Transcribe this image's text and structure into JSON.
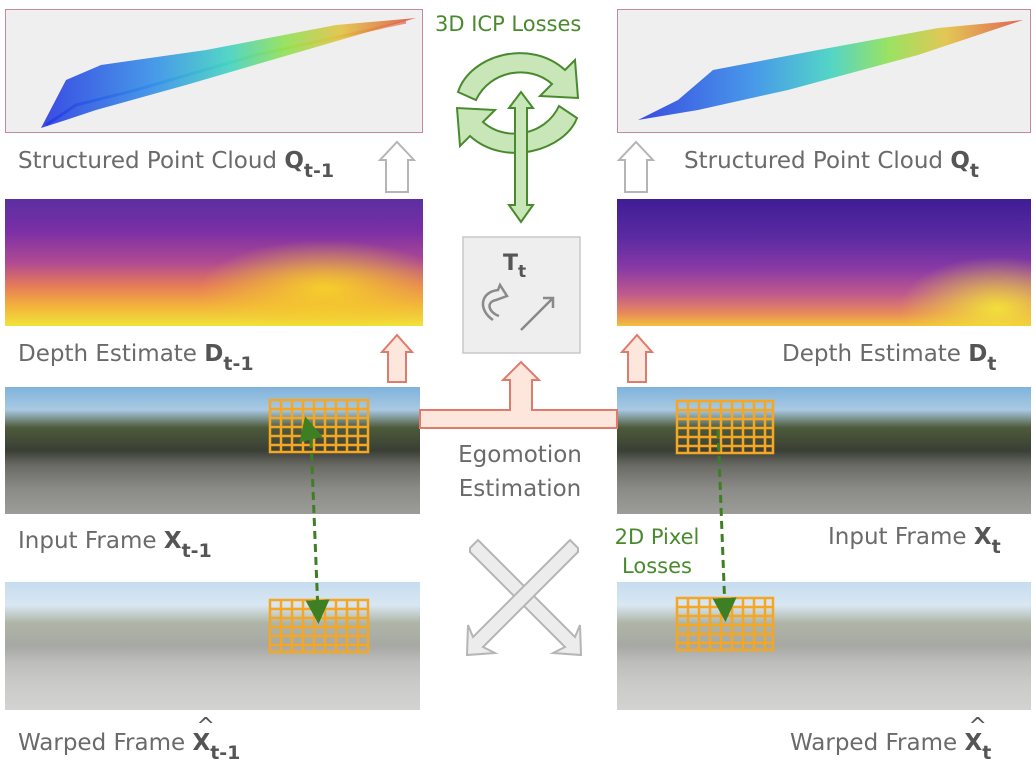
{
  "top": {
    "icp_label": "3D ICP Losses"
  },
  "left": {
    "cloud_label": "Structured Point Cloud ",
    "cloud_sym": "Q",
    "cloud_sub": "t-1",
    "depth_label": "Depth Estimate ",
    "depth_sym": "D",
    "depth_sub": "t-1",
    "input_label": "Input Frame ",
    "input_sym": "X",
    "input_sub": "t-1",
    "warped_label": "Warped Frame ",
    "warped_sym": "X",
    "warped_sub": "t-1"
  },
  "right": {
    "cloud_label": "Structured Point Cloud ",
    "cloud_sym": "Q",
    "cloud_sub": "t",
    "depth_label": "Depth Estimate ",
    "depth_sym": "D",
    "depth_sub": "t",
    "input_label": "Input Frame ",
    "input_sym": "X",
    "input_sub": "t",
    "warped_label": "Warped Frame ",
    "warped_sym": "X",
    "warped_sub": "t"
  },
  "center": {
    "transform_sym": "T",
    "transform_sub": "t",
    "egomotion_line1": "Egomotion",
    "egomotion_line2": "Estimation",
    "pixel_line1": "2D Pixel",
    "pixel_line2": "Losses"
  },
  "colors": {
    "icp_green": "#4a8a2e",
    "flow_red": "#f0a0a0",
    "grid_orange": "#f5a623"
  },
  "icons": [
    "rotation-icon",
    "translation-icon"
  ]
}
